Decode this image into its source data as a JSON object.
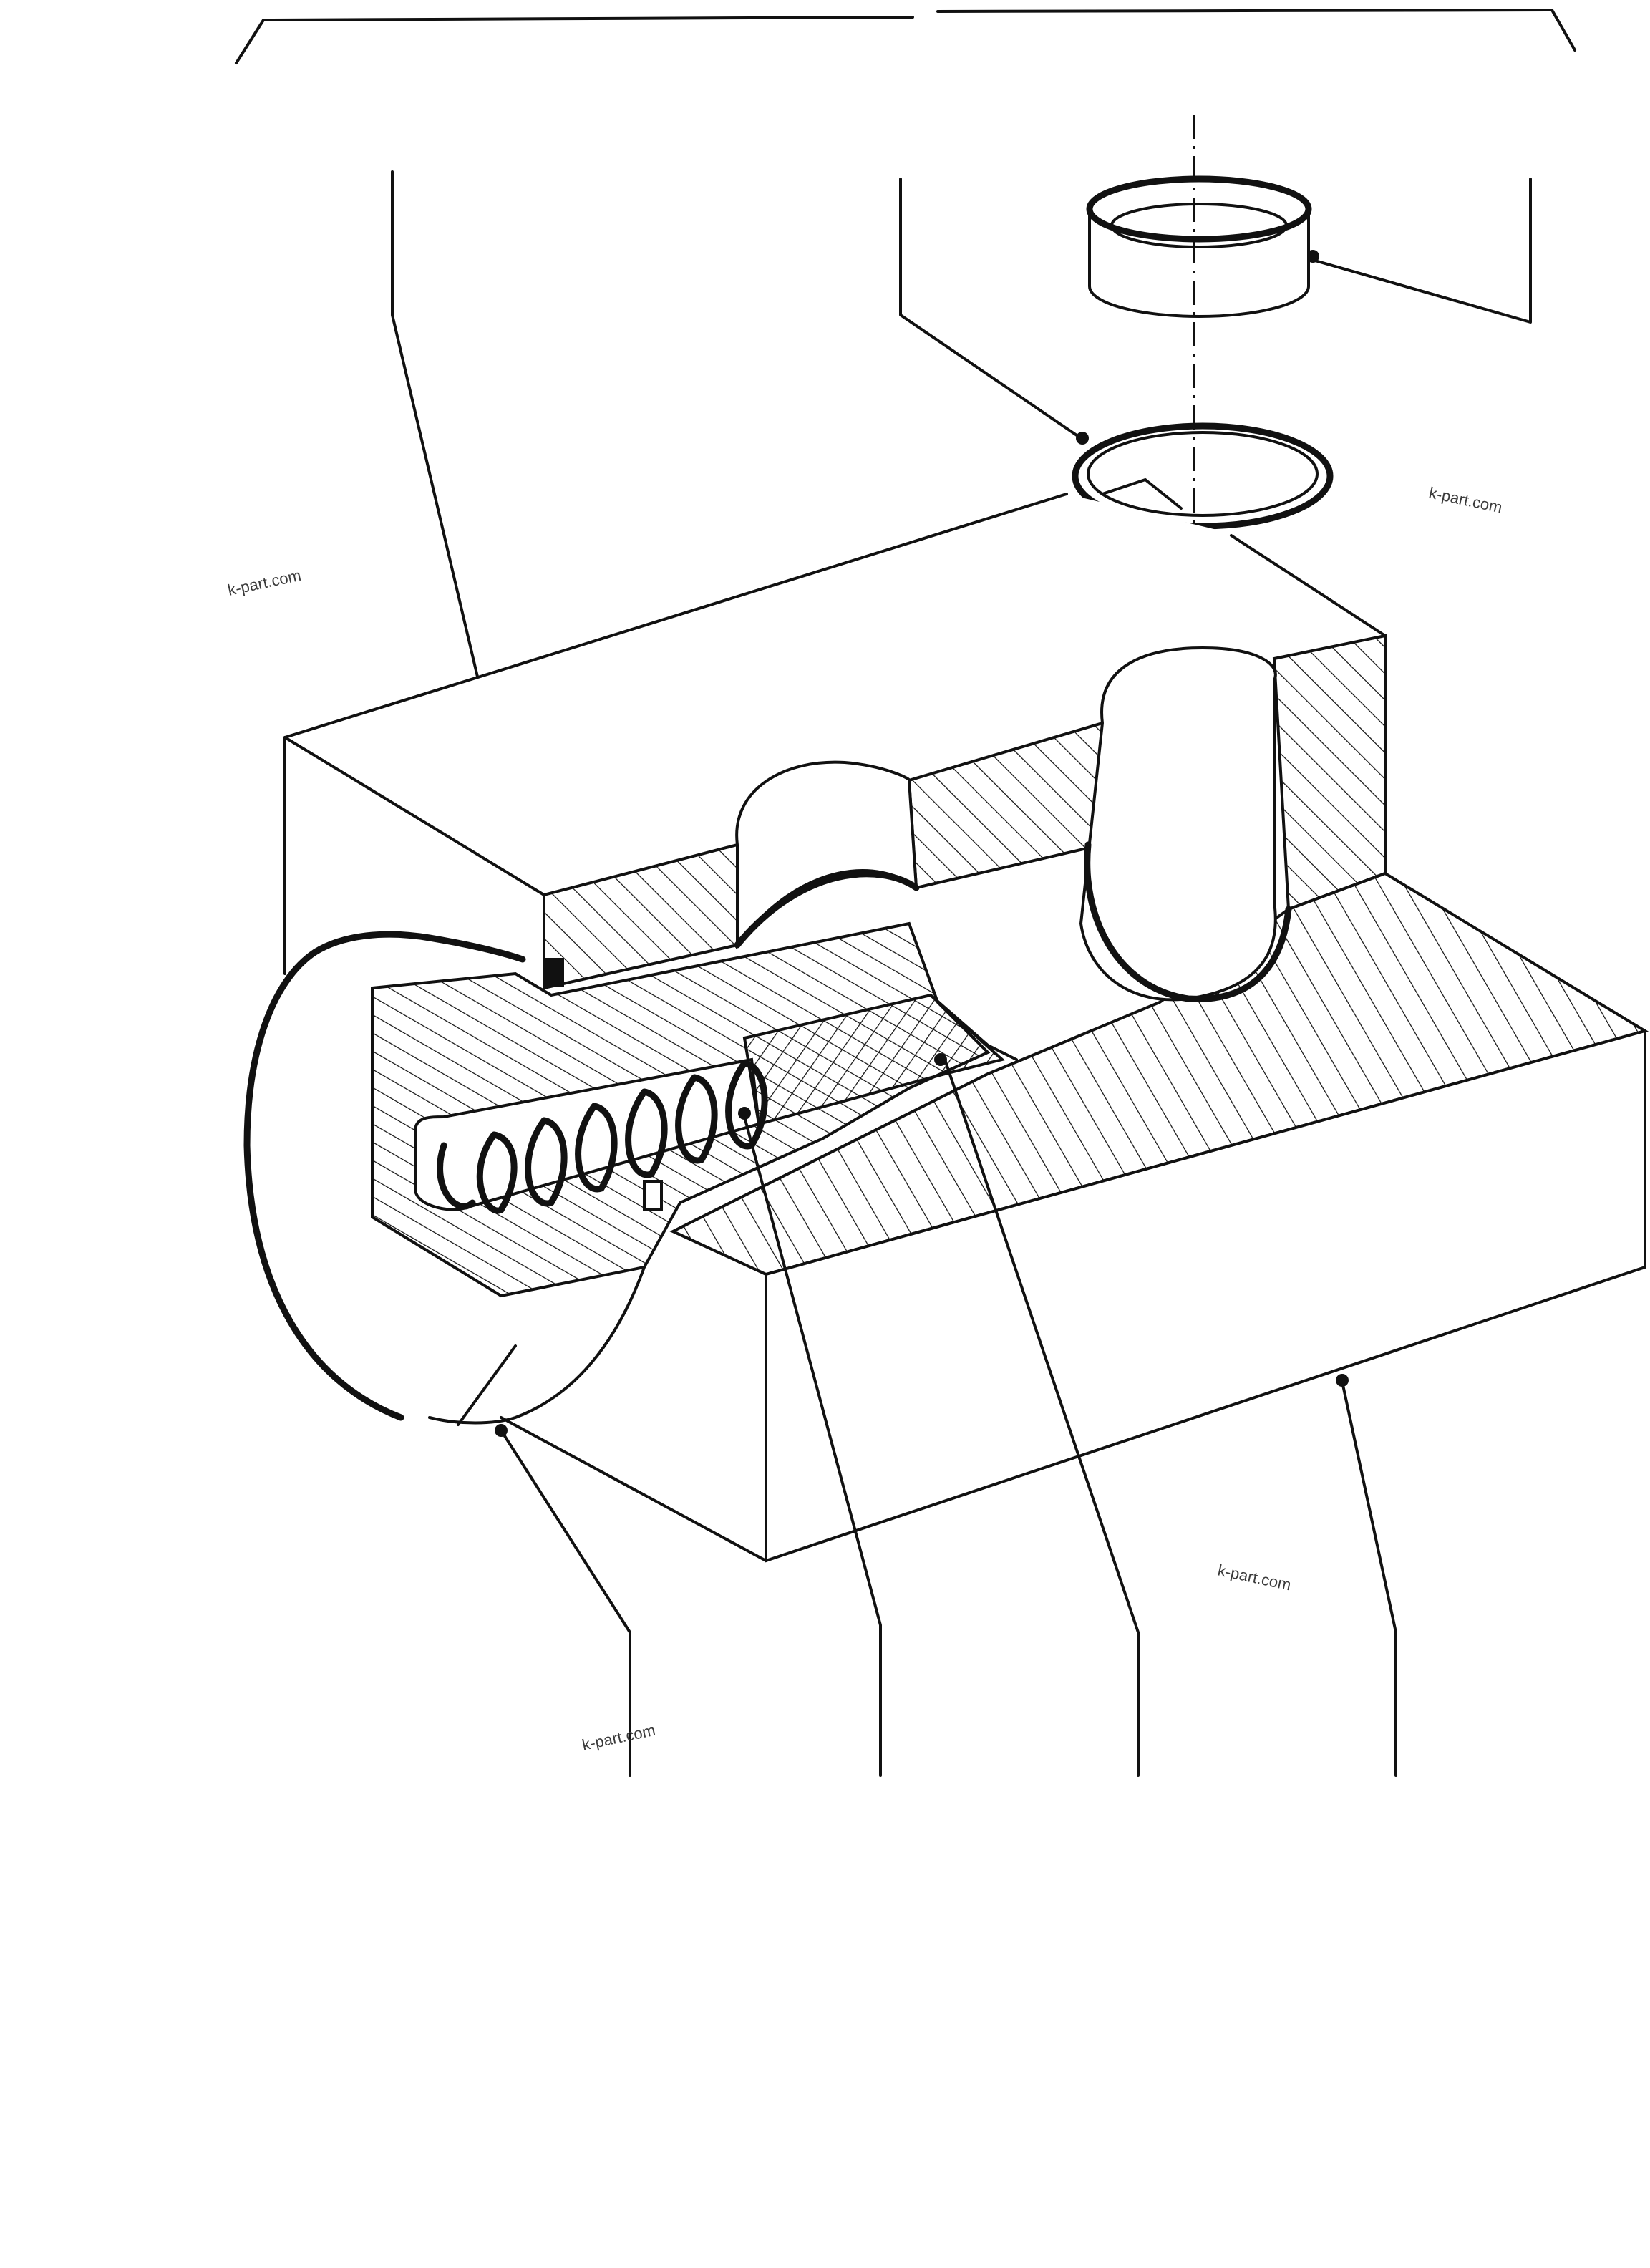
{
  "watermarks": [
    "k-part.com",
    "k-part.com",
    "k-part.com",
    "k-part.com"
  ],
  "colors": {
    "ink": "#111111",
    "paper": "#ffffff"
  },
  "parts": [
    "part-group-bracket",
    "retaining-ring",
    "seal-ring",
    "valve-housing",
    "bore-sleeve",
    "spring",
    "valve-plunger",
    "set-screw"
  ]
}
